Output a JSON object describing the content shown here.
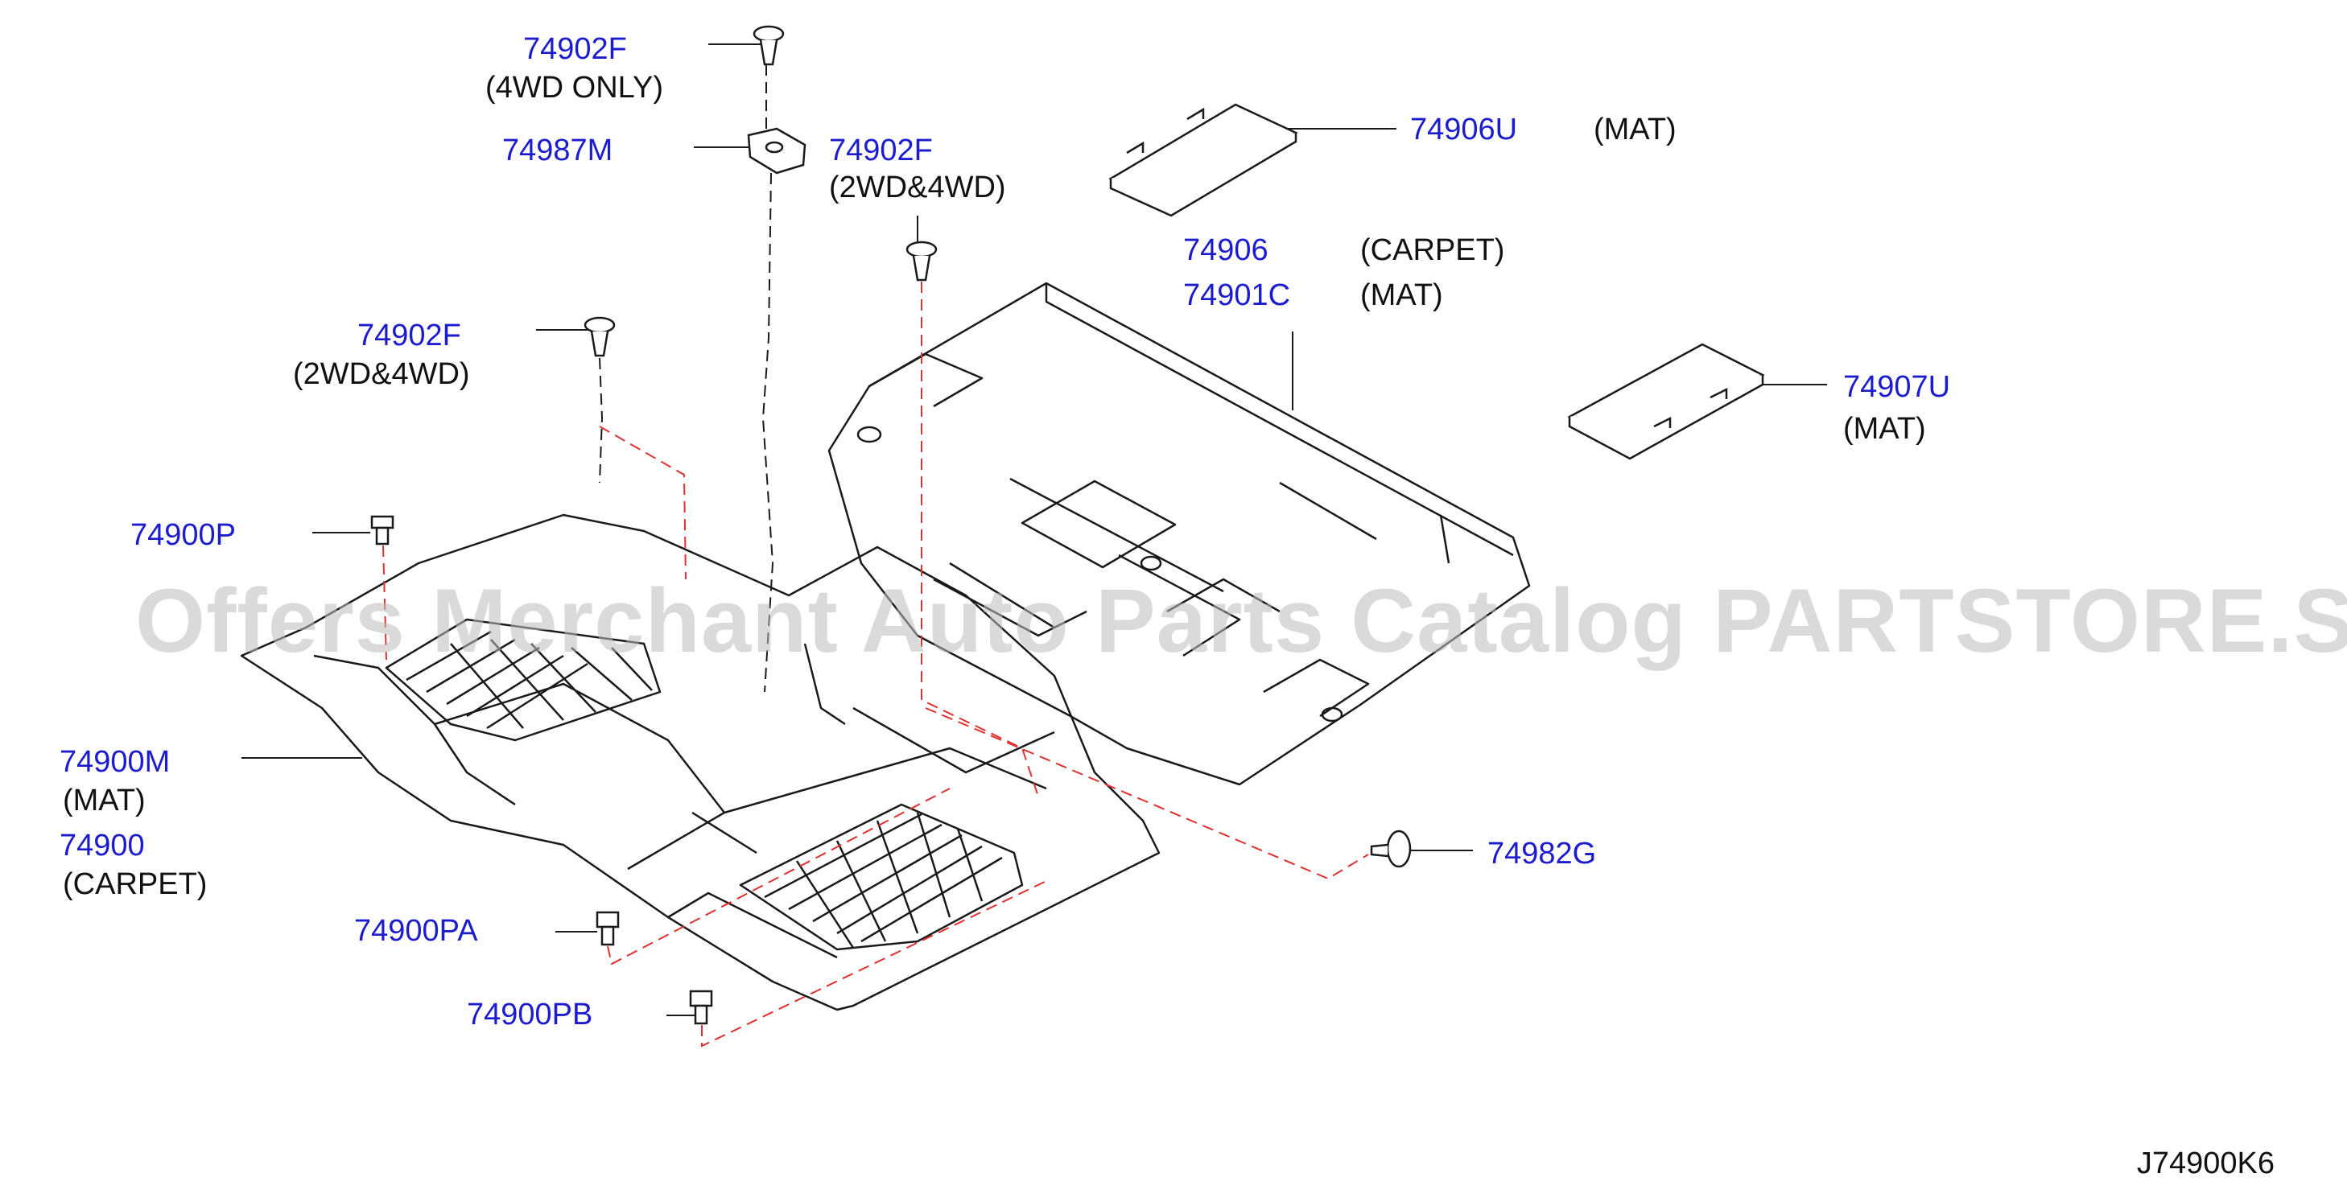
{
  "diagram_code": "J74900K6",
  "watermark": "Offers Merchant Auto Parts Catalog PARTSTORE.SA",
  "colors": {
    "part_number": "#1c1ccf",
    "note": "#111111",
    "line": "#1a1a1a",
    "dashed_red": "#e03030",
    "watermark": "#bdbdbd"
  },
  "callouts": [
    {
      "part": "74902F",
      "note": "(4WD   ONLY)"
    },
    {
      "part": "74987M",
      "note": ""
    },
    {
      "part": "74902F",
      "note": "(2WD&4WD)"
    },
    {
      "part": "74906U",
      "note": "(MAT)"
    },
    {
      "part": "74906",
      "note": "(CARPET)"
    },
    {
      "part": "74901C",
      "note": "(MAT)"
    },
    {
      "part": "74902F",
      "note": "(2WD&4WD)"
    },
    {
      "part": "74907U",
      "note": "(MAT)"
    },
    {
      "part": "74900P",
      "note": ""
    },
    {
      "part": "74900M",
      "note": "(MAT)"
    },
    {
      "part": "74900",
      "note": "(CARPET)"
    },
    {
      "part": "74982G",
      "note": ""
    },
    {
      "part": "74900PA",
      "note": ""
    },
    {
      "part": "74900PB",
      "note": ""
    }
  ]
}
